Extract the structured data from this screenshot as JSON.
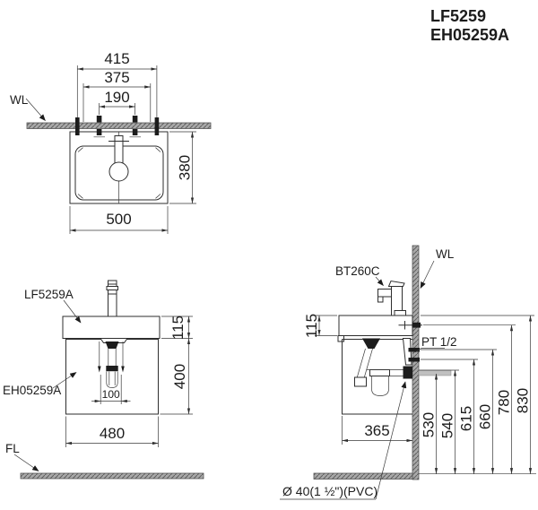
{
  "title": {
    "model_1": "LF5259",
    "model_2": "EH05259A"
  },
  "colors": {
    "line": "#2e2e2e",
    "wall_fill": "#a9a9a9",
    "hatch_line": "#5f5f5f",
    "text": "#1c1c1c",
    "background": "#ffffff"
  },
  "top_view": {
    "wall_line_label": "WL",
    "dims": {
      "bolt_spacing_outer": "415",
      "hole_spacing": "375",
      "bolt_spacing_inner": "190",
      "depth": "380",
      "width": "500"
    }
  },
  "front_view": {
    "basin_label": "LF5259A",
    "cabinet_label": "EH05259A",
    "floor_line_label": "FL",
    "dims": {
      "basin_height": "115",
      "cabinet_height": "400",
      "trap_offset": "100",
      "cabinet_width": "480"
    }
  },
  "side_view": {
    "faucet_label": "BT260C",
    "wall_line_label": "WL",
    "supply_label": "PT 1/2",
    "drain_label": "Ø 40(1 ½\")(PVC)",
    "dims": {
      "basin_height": "115",
      "cabinet_depth": "365",
      "h_drain_bottom": "530",
      "h_drain_top": "540",
      "h_supply_low": "615",
      "h_supply_high": "660",
      "h_bracket": "780",
      "h_rim": "830"
    }
  }
}
